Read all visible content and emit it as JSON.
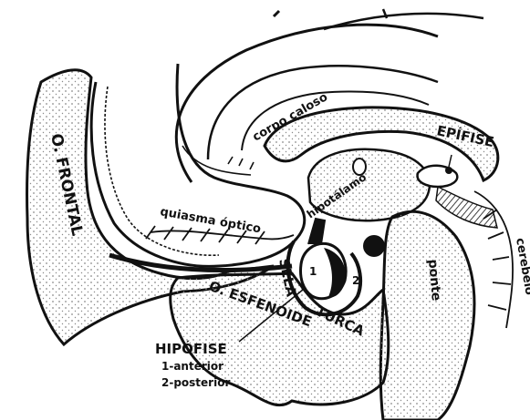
{
  "colors": {
    "ink": "#111111",
    "paper": "#ffffff",
    "stipple": "#8a8a8a"
  },
  "labels": {
    "frontal": "O. FRONTAL",
    "corpo_caloso": "corpo caloso",
    "epifise": "EPÍFISE",
    "quiasma": "quiasma óptico",
    "hipotalamo": "hipotálamo",
    "sela": "SELA",
    "turca": "TURCA",
    "esfenoide": "O. ESFENÓIDE",
    "ponte": "ponte",
    "cerebelo_partial": "cerebelo",
    "hipofise": "HIPÓFISE",
    "anterior": "1-anterior",
    "posterior": "2-posterior",
    "num1": "1",
    "num2": "2"
  }
}
